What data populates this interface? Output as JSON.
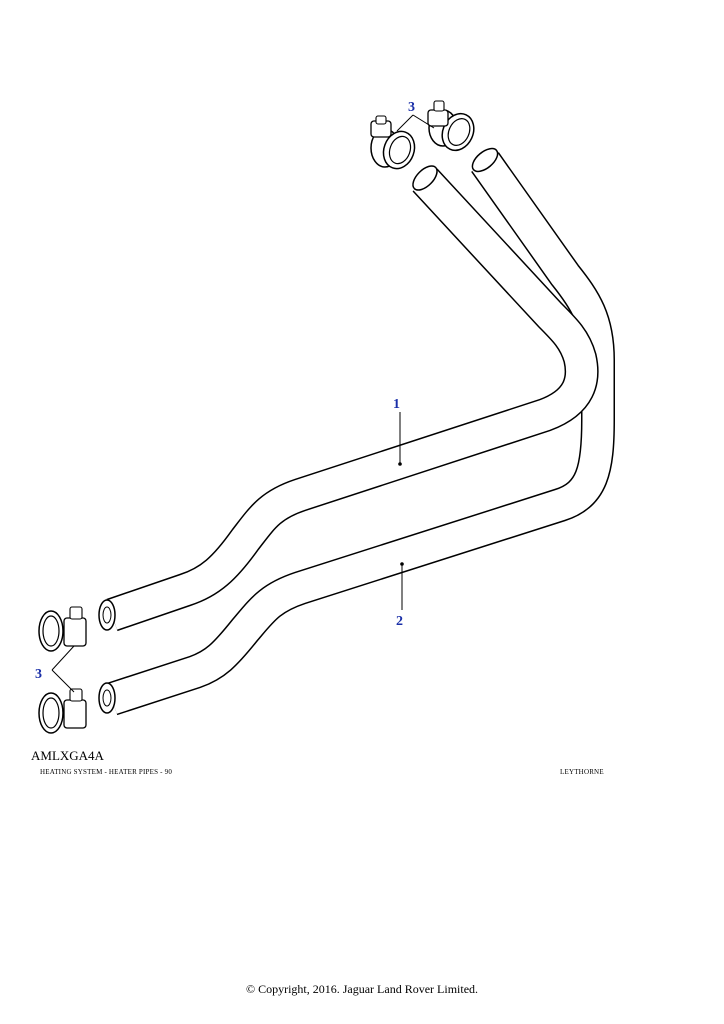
{
  "callouts": {
    "pipe_1": "1",
    "pipe_2": "2",
    "clips_top": "3",
    "clips_bottom": "3"
  },
  "diagram_code": "AMLXGA4A",
  "caption_left": "HEATING SYSTEM - HEATER PIPES - 90",
  "caption_right": "LEYTHORNE",
  "copyright": "© Copyright, 2016. Jaguar Land Rover Limited."
}
